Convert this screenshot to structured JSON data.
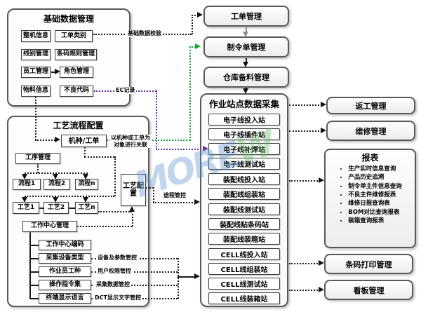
{
  "watermark": {
    "part1": "MORE",
    "part2": "W"
  },
  "basic_data": {
    "title": "基础数据管理",
    "items": {
      "machine_info": "整机信息",
      "order_type": "工单类别",
      "line_mgmt": "线别管理",
      "barcode_rule": "条码规则管理",
      "employee": "员工管理",
      "role": "角色管理",
      "material": "物料信息",
      "defect_code": "不良代码"
    }
  },
  "labels": {
    "data_validation": "基础数据校验",
    "ec_record": "EC记录",
    "route_control": "途程管控",
    "model_note": "以机种或工单为对象进行关联",
    "device_param": "设备及参数管控",
    "user_auth": "用户权限管控",
    "collect_data": "采集数据管控",
    "dct_display": "DCT显示文字管控"
  },
  "process_config": {
    "title": "工艺流程配置",
    "model_order": "机种/工单",
    "step_mgmt": "工序管理",
    "flows": [
      "流程1",
      "流程2",
      "流程n"
    ],
    "crafts": [
      "工艺1",
      "工艺2",
      "工艺n"
    ],
    "craft_config": "工艺配置",
    "work_center": "工作中心管理",
    "work_center_items": [
      "工作中心编码",
      "采集设备类型",
      "作业员工种",
      "操作指令集",
      "终端显示语言"
    ]
  },
  "order_chain": [
    "工单管理",
    "制令单管理",
    "仓库备料管理"
  ],
  "stations": {
    "title": "作业站点数据采集",
    "items": [
      "电子线投入站",
      "电子线插件站",
      "电子线补焊站",
      "电子线测试站",
      "装配线投入站",
      "装配线组装站",
      "装配线测试站",
      "装配线贴条码站",
      "装配线装箱站",
      "CELL线投入站",
      "CELL线组装站",
      "CELL线测试站",
      "CELL线装箱站"
    ]
  },
  "right_column": {
    "rework": "返工管理",
    "repair": "维修管理",
    "report_title": "报表",
    "report_items": [
      "生产实时信息查询",
      "产品历史追溯",
      "制令单主件信息查询",
      "不良主件维修报表",
      "维修日报查询表",
      "BOM对比查询报表",
      "装箱查询报表"
    ],
    "barcode_print": "条码打印管理",
    "kanban": "看板管理"
  }
}
